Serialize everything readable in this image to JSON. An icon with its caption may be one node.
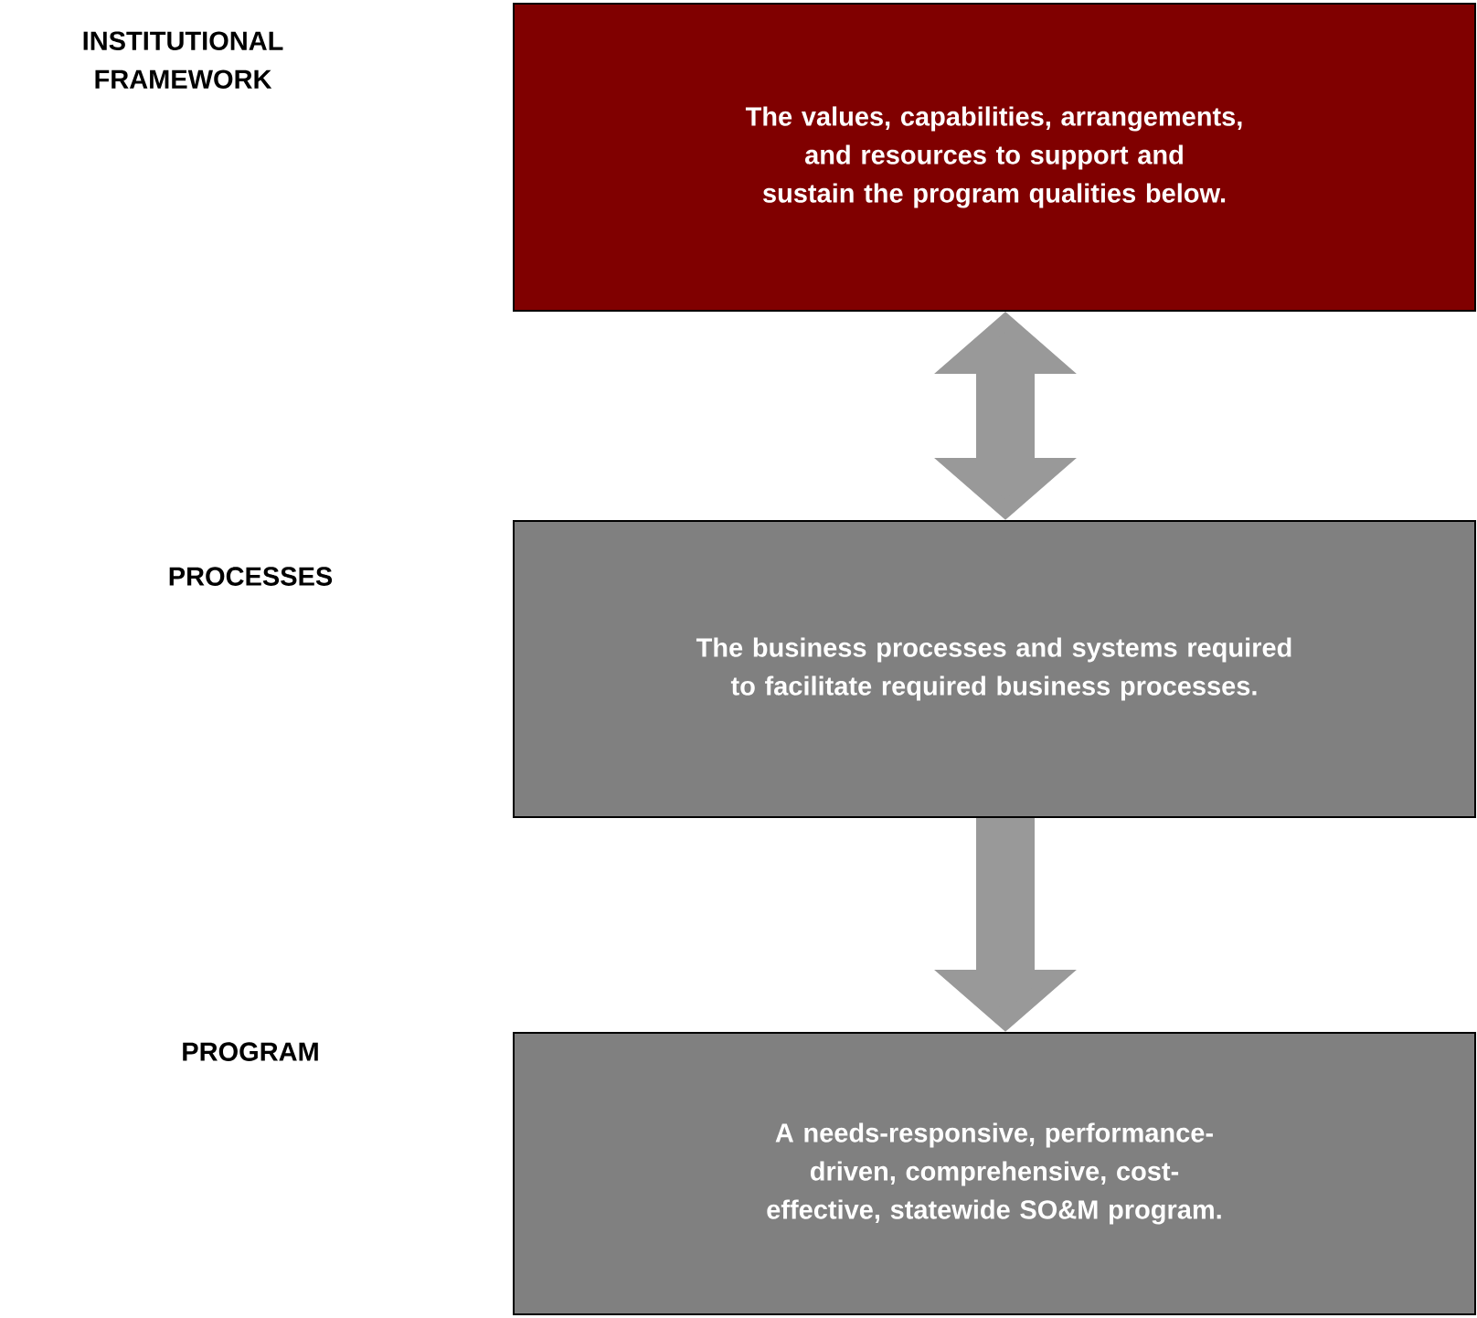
{
  "diagram": {
    "nodes": [
      {
        "text": [
          "The values, capabilities, arrangements, and resources to support and sustain the program qualities below."
        ]
      },
      {
        "text": [
          "The business processes and systems required to facilitate required business processes."
        ]
      },
      {
        "text": [
          "A needs-responsive, performance-driven, comprehensive, cost-effective, statewide SO&M program."
        ]
      }
    ],
    "edges": [
      {
        "from": 0,
        "to": 1,
        "arrow": "both"
      },
      {
        "from": 1,
        "to": 2,
        "arrow": "to"
      }
    ],
    "labels": [
      "INSTITUTIONAL FRAMEWORK",
      "PROCESSES",
      "PROGRAM"
    ]
  }
}
